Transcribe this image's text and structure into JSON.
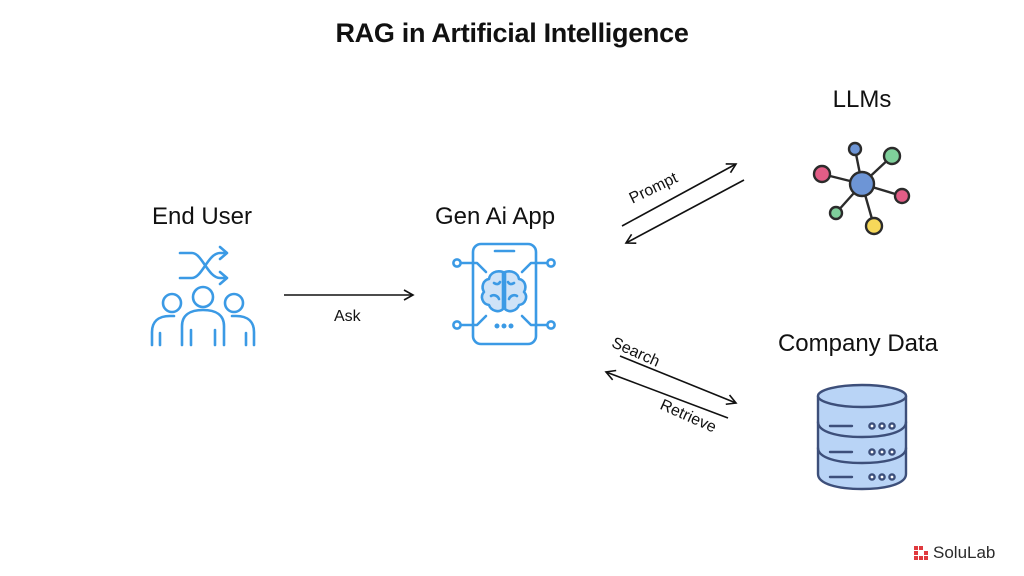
{
  "title": "RAG in Artificial Intelligence",
  "nodes": {
    "end_user": {
      "label": "End User",
      "icon": "users-shuffle-icon"
    },
    "gen_ai_app": {
      "label": "Gen Ai App",
      "icon": "phone-brain-icon"
    },
    "llms": {
      "label": "LLMs",
      "icon": "network-hub-icon"
    },
    "company_data": {
      "label": "Company Data",
      "icon": "database-icon"
    }
  },
  "edges": {
    "ask": "Ask",
    "prompt": "Prompt",
    "search": "Search",
    "retrieve": "Retrieve"
  },
  "brand": {
    "name": "SoluLab"
  },
  "colors": {
    "icon_blue": "#3b9ae5",
    "database_fill": "#b9d4f6",
    "database_stroke": "#3d4f7a",
    "hub_center": "#6d95d6",
    "node_pink": "#e25d86",
    "node_green": "#7fcf9b",
    "node_yellow": "#f6d85a",
    "node_blue": "#6d95d6",
    "brand_red": "#e0393e"
  }
}
